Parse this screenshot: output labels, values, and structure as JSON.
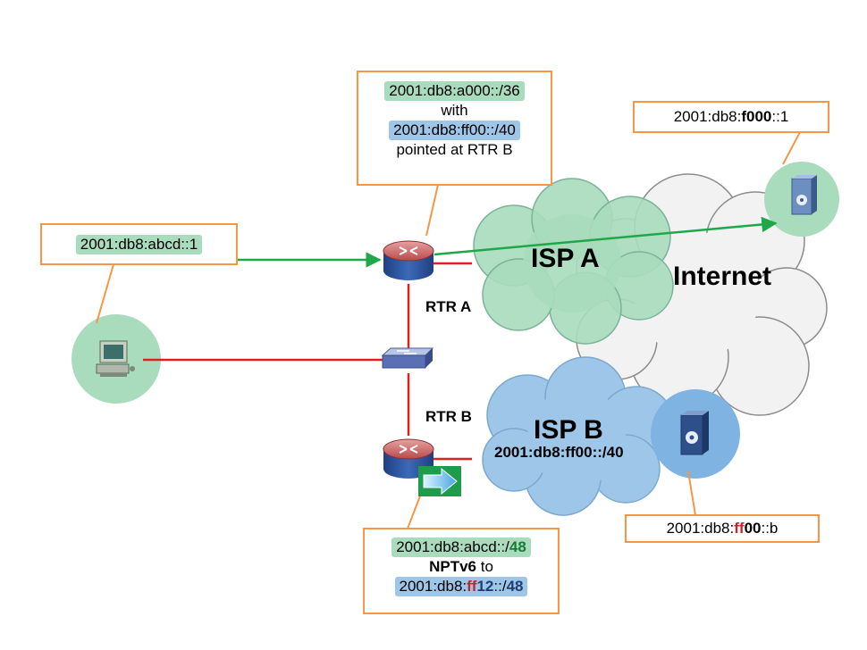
{
  "callouts": {
    "rtr_a": {
      "line1": "2001:db8:a000::/36",
      "line2": "with",
      "line3": "2001:db8:ff00::/40",
      "line4": "pointed at RTR B"
    },
    "server_a": {
      "pre": "2001:db8:",
      "bold": "f000",
      "post": "::1"
    },
    "host": {
      "address": "2001:db8:abcd::1"
    },
    "server_b": {
      "pre": "2001:db8:",
      "red": "ff",
      "bold": "00",
      "post": "::b"
    },
    "nptv6": {
      "l1_pre": "2001:db8:abcd::/",
      "l1_bold": "48",
      "l2_bold": "NPTv6",
      "l2_post": " to",
      "l3_pre": "2001:db8:",
      "l3_red": "ff",
      "l3_bold": "12",
      "l3_mid": "::/",
      "l3_bold2": "48"
    }
  },
  "labels": {
    "isp_a": "ISP A",
    "isp_b": "ISP B",
    "internet": "Internet",
    "isp_b_prefix": "2001:db8:ff00::/40",
    "rtr_a": "RTR A",
    "rtr_b": "RTR B"
  },
  "colors": {
    "callout_border": "#f79646",
    "green_fill": "#a8dcbd",
    "blue_fill": "#9ec6e8",
    "link_red": "#e0201e",
    "flow_green": "#1fa84a"
  },
  "icons": [
    "router-icon",
    "switch-icon",
    "workstation-icon",
    "server-icon",
    "nptv6-arrow-icon",
    "cloud-shape"
  ]
}
